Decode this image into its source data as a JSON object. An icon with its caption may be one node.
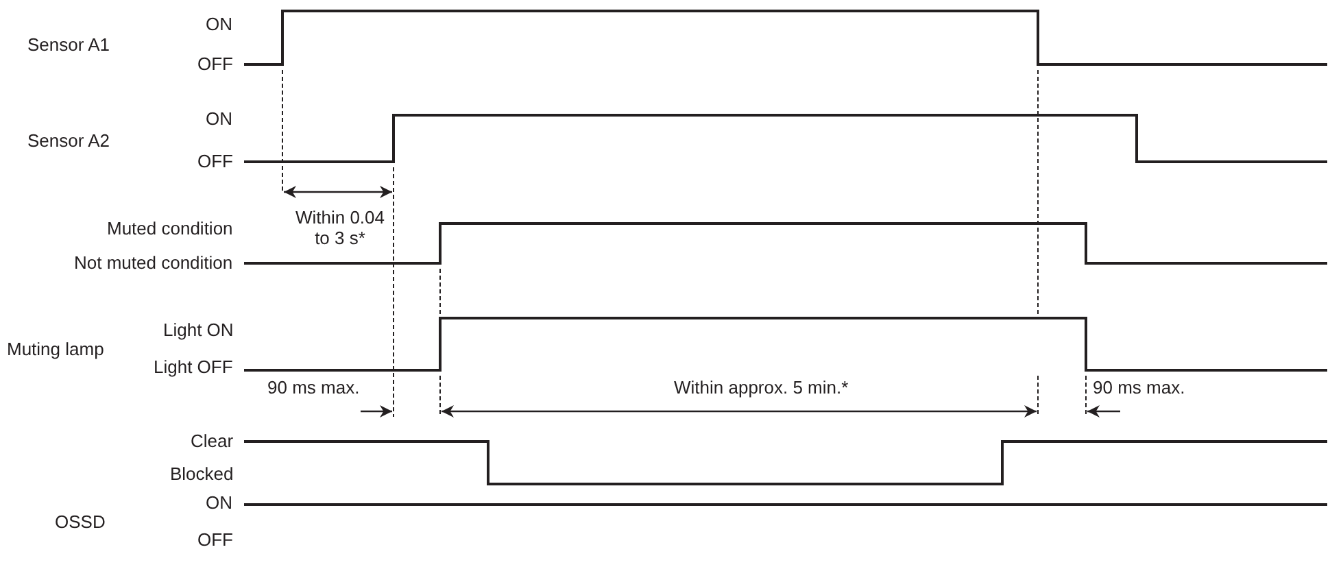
{
  "diagram": {
    "labels": [
      "ON",
      "Sensor A1",
      "OFF",
      "ON",
      "Sensor A2",
      "OFF",
      "Within 0.04 to 3 s*",
      "Muted condition",
      "Not muted condition",
      "Light ON",
      "Muting lamp",
      "Light OFF",
      "90 ms max.",
      "Within approx. 5 min.*",
      "90 ms max.",
      "Clear",
      "Blocked",
      "ON",
      "OSSD",
      "OFF"
    ]
  }
}
